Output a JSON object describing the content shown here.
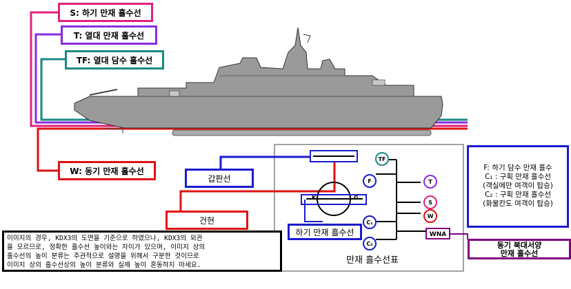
{
  "load_lines": {
    "s": "S: 하기 만재 흘수선",
    "t": "T: 열대 만재 흘수선",
    "tf": "TF: 열대 담수 흘수선",
    "w": "W: 동기 만재 흘수선"
  },
  "plimsoll": {
    "deck_line": "갑판선",
    "deck_mark": "건현",
    "summer_line": "하기 만재 흘수선",
    "caption": "만재 흘수선표",
    "ring_k": "K",
    "ring_g": "G",
    "marks": {
      "tf": "TF",
      "f": "F",
      "t": "T",
      "s": "S",
      "w": "W",
      "c1": "C₁",
      "c2": "C₂",
      "wna": "WNA"
    }
  },
  "legend": {
    "line1": "F: 하기 담수 만재 흘수",
    "line2": "C₁ : 구획 만재 흘수선",
    "line3": "(객실에만 여객이 탑승)",
    "line4": "C₂ : 구획 만재 흘수선",
    "line5": "(화물칸도 여객이 탑승)"
  },
  "wna_label": {
    "line1": "동기 북대서양",
    "line2": "만재 흘수선"
  },
  "note": {
    "line1": "이미지의 경우, KDX3의 도면을 기준으로 하였으나, KDX3의 외관",
    "line2": "을 모르므로, 정확한 흘수선 높이와는 차이가 있으며, 이미지 상의",
    "line3": "흘수선의 높이 분류는 주관적으로 설명을 위해서 구분한 것이므로",
    "line4": "이미지 상의 흘수선상의 높이 분류와 실제 높이 혼동하지 마세요."
  },
  "colors": {
    "s": "#e0207a",
    "t": "#8a2be2",
    "tf": "#1a8a84",
    "w": "#e01010",
    "blue": "#1a1ad0",
    "wna": "#800080",
    "hull": "#9a9a9a"
  }
}
